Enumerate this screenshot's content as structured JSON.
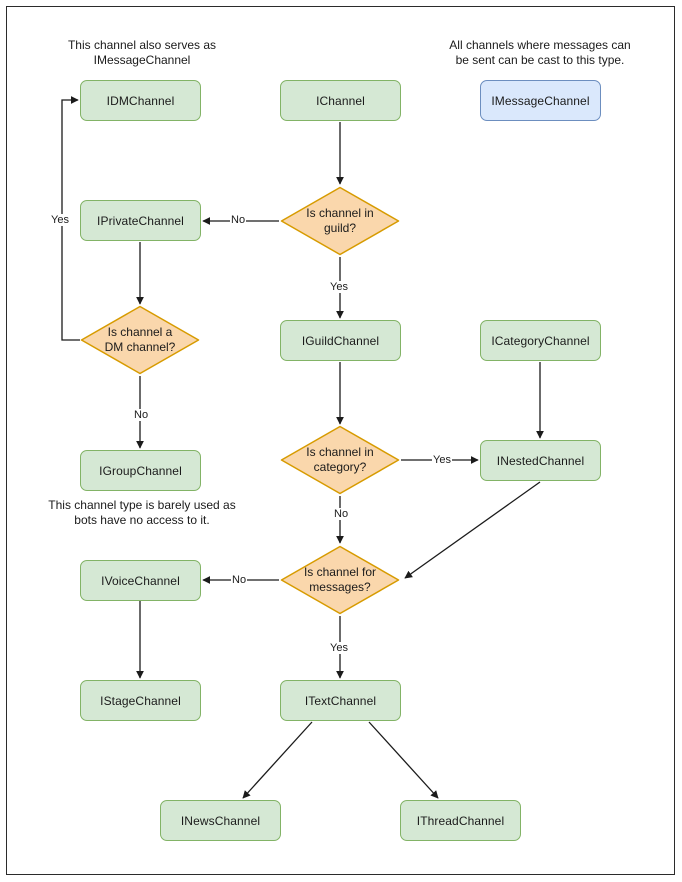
{
  "diagram": {
    "title": "Discord channel interface hierarchy flowchart",
    "colors": {
      "green_fill": "#d5e8d4",
      "green_stroke": "#82b366",
      "blue_fill": "#dae8fc",
      "blue_stroke": "#6c8ebf",
      "orange_fill": "#fad7ac",
      "orange_stroke": "#d79b00",
      "edge_stroke": "#1b1b1b",
      "page_border": "#2b2b2b"
    }
  },
  "notes": [
    {
      "id": "note-dm",
      "text": "This channel also serves as\nIMessageChannel"
    },
    {
      "id": "note-message",
      "text": "All channels where messages can\nbe sent can be cast to this type."
    },
    {
      "id": "note-group",
      "text": "This channel type is barely used as\nbots have no access to it."
    }
  ],
  "nodes": [
    {
      "id": "idmchannel",
      "label": "IDMChannel",
      "shape": "box",
      "style": "green"
    },
    {
      "id": "ichannel",
      "label": "IChannel",
      "shape": "box",
      "style": "green"
    },
    {
      "id": "imessagechannel",
      "label": "IMessageChannel",
      "shape": "box",
      "style": "blue"
    },
    {
      "id": "iprivatechannel",
      "label": "IPrivateChannel",
      "shape": "box",
      "style": "green"
    },
    {
      "id": "iguildchannel",
      "label": "IGuildChannel",
      "shape": "box",
      "style": "green"
    },
    {
      "id": "icategorychannel",
      "label": "ICategoryChannel",
      "shape": "box",
      "style": "green"
    },
    {
      "id": "inestedchannel",
      "label": "INestedChannel",
      "shape": "box",
      "style": "green"
    },
    {
      "id": "igroupchannel",
      "label": "IGroupChannel",
      "shape": "box",
      "style": "green"
    },
    {
      "id": "ivoicechannel",
      "label": "IVoiceChannel",
      "shape": "box",
      "style": "green"
    },
    {
      "id": "istagechannel",
      "label": "IStageChannel",
      "shape": "box",
      "style": "green"
    },
    {
      "id": "itextchannel",
      "label": "ITextChannel",
      "shape": "box",
      "style": "green"
    },
    {
      "id": "inewschannel",
      "label": "INewsChannel",
      "shape": "box",
      "style": "green"
    },
    {
      "id": "ithreadchannel",
      "label": "IThreadChannel",
      "shape": "box",
      "style": "green"
    },
    {
      "id": "q-guild",
      "label": "Is channel in\nguild?",
      "shape": "diamond",
      "style": "orange"
    },
    {
      "id": "q-dm",
      "label": "Is channel a\nDM channel?",
      "shape": "diamond",
      "style": "orange"
    },
    {
      "id": "q-category",
      "label": "Is channel in\ncategory?",
      "shape": "diamond",
      "style": "orange"
    },
    {
      "id": "q-messages",
      "label": "Is channel for\nmessages?",
      "shape": "diamond",
      "style": "orange"
    }
  ],
  "edges": [
    {
      "id": "e-ichannel-qguild",
      "from": "ichannel",
      "to": "q-guild",
      "label": ""
    },
    {
      "id": "e-qguild-private",
      "from": "q-guild",
      "to": "iprivatechannel",
      "label": "No"
    },
    {
      "id": "e-qguild-guild",
      "from": "q-guild",
      "to": "iguildchannel",
      "label": "Yes"
    },
    {
      "id": "e-private-qdm",
      "from": "iprivatechannel",
      "to": "q-dm",
      "label": ""
    },
    {
      "id": "e-qdm-dmchannel",
      "from": "q-dm",
      "to": "idmchannel",
      "label": "Yes"
    },
    {
      "id": "e-qdm-group",
      "from": "q-dm",
      "to": "igroupchannel",
      "label": "No"
    },
    {
      "id": "e-guild-qcategory",
      "from": "iguildchannel",
      "to": "q-category",
      "label": ""
    },
    {
      "id": "e-qcategory-nested",
      "from": "q-category",
      "to": "inestedchannel",
      "label": "Yes"
    },
    {
      "id": "e-qcategory-qmessages",
      "from": "q-category",
      "to": "q-messages",
      "label": "No"
    },
    {
      "id": "e-category-nested",
      "from": "icategorychannel",
      "to": "inestedchannel",
      "label": ""
    },
    {
      "id": "e-nested-qmessages",
      "from": "inestedchannel",
      "to": "q-messages",
      "label": ""
    },
    {
      "id": "e-qmessages-voice",
      "from": "q-messages",
      "to": "ivoicechannel",
      "label": "No"
    },
    {
      "id": "e-qmessages-text",
      "from": "q-messages",
      "to": "itextchannel",
      "label": "Yes"
    },
    {
      "id": "e-voice-stage",
      "from": "ivoicechannel",
      "to": "istagechannel",
      "label": ""
    },
    {
      "id": "e-text-news",
      "from": "itextchannel",
      "to": "inewschannel",
      "label": ""
    },
    {
      "id": "e-text-thread",
      "from": "itextchannel",
      "to": "ithreadchannel",
      "label": ""
    }
  ],
  "edge_labels": {
    "qguild_no": "No",
    "qguild_yes": "Yes",
    "qdm_yes": "Yes",
    "qdm_no": "No",
    "qcategory_yes": "Yes",
    "qcategory_no": "No",
    "qmessages_no": "No",
    "qmessages_yes": "Yes"
  }
}
